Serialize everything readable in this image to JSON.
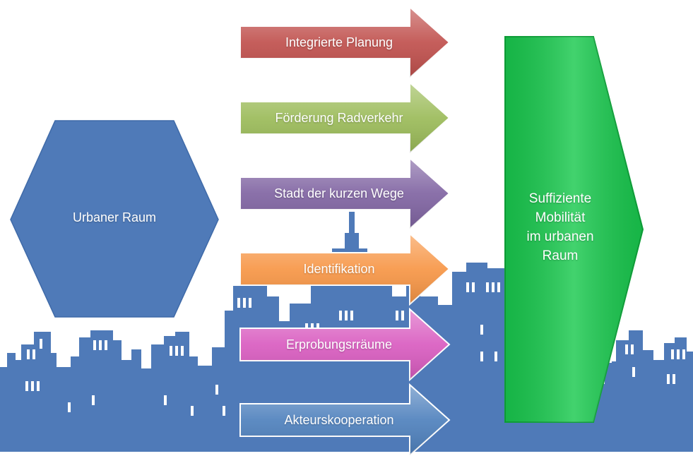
{
  "hexagon": {
    "label": "Urbaner Raum",
    "color": "#4f7ab8"
  },
  "skyline": {
    "color": "#4f7ab8"
  },
  "arrows": [
    {
      "label": "Integrierte Planung",
      "color": "#c0504d"
    },
    {
      "label": "Förderung Radverkehr",
      "color": "#9bbb59"
    },
    {
      "label": "Stadt der kurzen Wege",
      "color": "#8064a2"
    },
    {
      "label": "Identifikation",
      "color": "#f79646"
    },
    {
      "label": "Erprobungsrräume",
      "color": "#d95cc0"
    },
    {
      "label": "Akteurskooperation",
      "color": "#4f81bd"
    }
  ],
  "result": {
    "lines": [
      "Suffiziente",
      "Mobilität",
      "im urbanen",
      "Raum"
    ],
    "color": "#19c94e"
  }
}
